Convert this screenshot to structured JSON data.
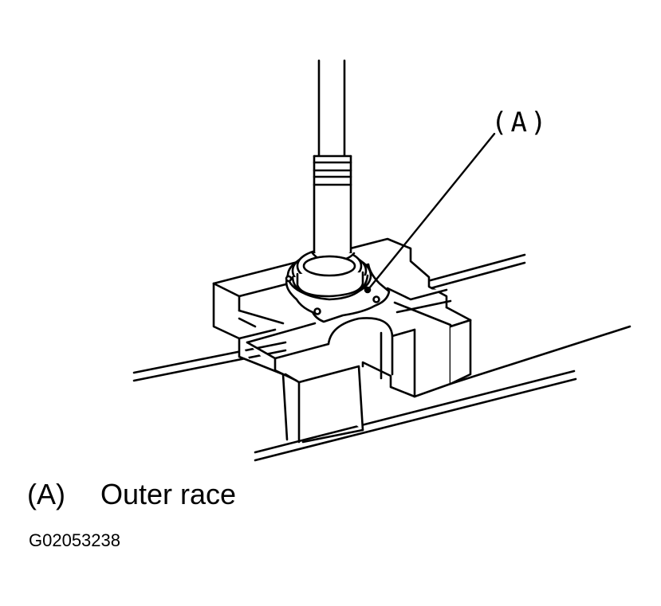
{
  "callout": {
    "label": "(A)"
  },
  "legend": {
    "key": "(A)",
    "description": "Outer race"
  },
  "figure_id": "G02053238"
}
